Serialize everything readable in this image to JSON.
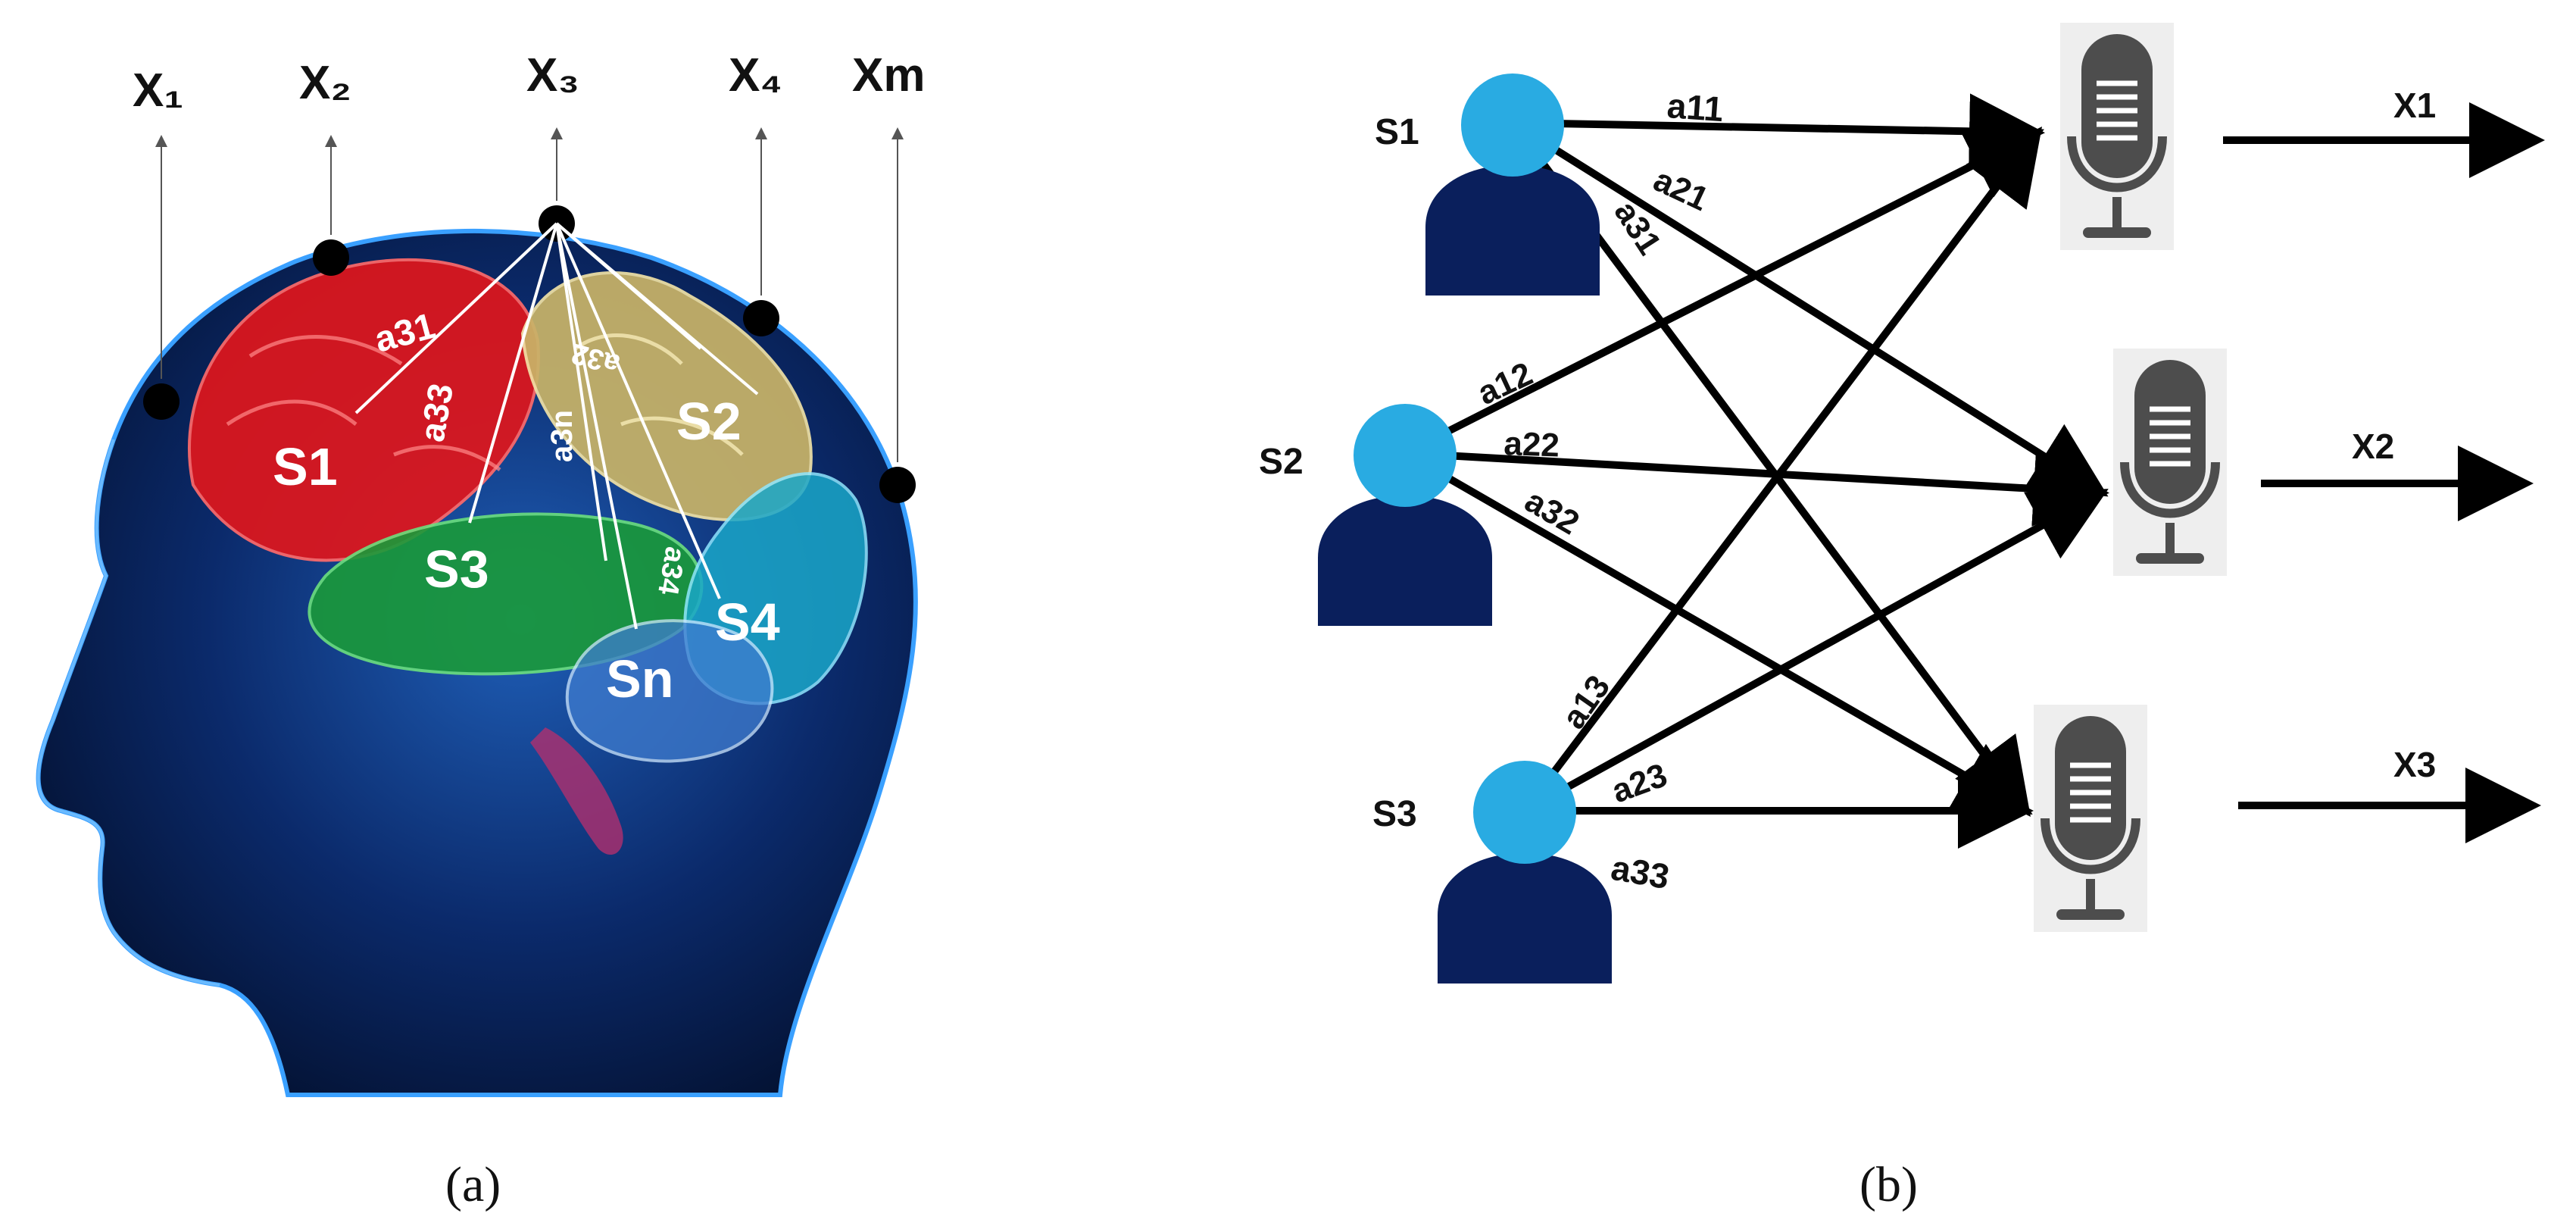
{
  "panel_a": {
    "caption": "(a)",
    "electrode_labels": [
      "X₁",
      "X₂",
      "X₃",
      "X₄",
      "Xm"
    ],
    "source_labels": [
      "S1",
      "S2",
      "S3",
      "S4",
      "Sn"
    ],
    "mixing_labels": [
      "a31",
      "a33",
      "a32",
      "a3n",
      "a34"
    ]
  },
  "panel_b": {
    "caption": "(b)",
    "sources": [
      "S1",
      "S2",
      "S3"
    ],
    "outputs": [
      "X1",
      "X2",
      "X3"
    ],
    "weights": [
      "a11",
      "a21",
      "a31",
      "a12",
      "a22",
      "a32",
      "a13",
      "a23",
      "a33"
    ],
    "colors": {
      "head": "#29abe2",
      "body": "#0a1f5c",
      "mic": "#4d4d4d",
      "arrow": "#000000"
    }
  }
}
